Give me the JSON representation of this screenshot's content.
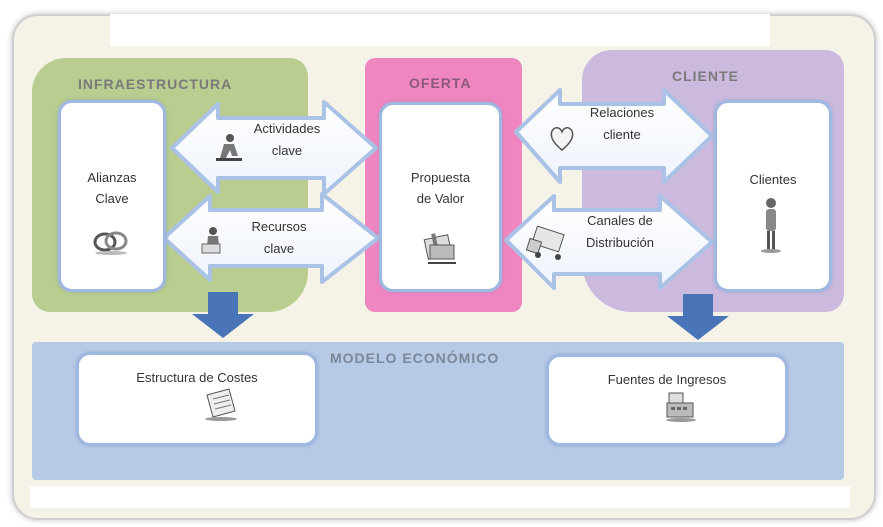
{
  "sections": {
    "infraestructura": "INFRAESTRUCTURA",
    "oferta": "OFERTA",
    "cliente": "CLIENTE",
    "modelo_economico": "MODELO ECONÓMICO"
  },
  "boxes": {
    "alianzas": [
      "Alianzas",
      "Clave"
    ],
    "propuesta": [
      "Propuesta",
      "de Valor"
    ],
    "clientes": [
      "Clientes"
    ],
    "costes": [
      "Estructura de Costes"
    ],
    "ingresos": [
      "Fuentes de Ingresos"
    ]
  },
  "arrows": {
    "actividades": [
      "Actividades",
      "clave"
    ],
    "recursos": [
      "Recursos",
      "clave"
    ],
    "relaciones": [
      "Relaciones",
      "cliente"
    ],
    "canales": [
      "Canales de",
      "Distribución"
    ]
  },
  "icons": {
    "alianzas": "rings-icon",
    "actividades": "worker-icon",
    "recursos": "person-with-box-icon",
    "propuesta": "gift-icon",
    "relaciones": "heart-icon",
    "canales": "truck-icon",
    "clientes": "standing-person-icon",
    "costes": "receipt-icon",
    "ingresos": "cash-register-icon"
  },
  "colors": {
    "infraestructura": "#b8cd8f",
    "oferta": "#ef86c0",
    "cliente": "#cbbadd",
    "modelo_economico": "#b6cae6",
    "box_border": "#9fb8df",
    "down_arrow": "#4a74b8"
  }
}
